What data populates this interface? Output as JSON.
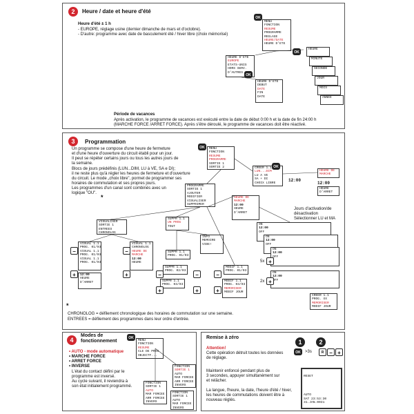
{
  "section2": {
    "number": "2",
    "title": "Heure / date et heure d'été",
    "subtitle": "Heure d'été ± 1 h",
    "lines": [
      "- EUROPE,  réglage usine (dernier dimanche de mars et d'octobre).",
      "- D'autre: programme avec date de basculement  été / hiver libre (choix mémorisé)"
    ],
    "vac_title": "Période de vacances",
    "vac_lines": [
      "Après activation, le programme de vacances est exécuté entre la date de début 0:00 h et la date de fin 24:00 h",
      "(MARCHE FORCE /ARRET FORCE). Après s'être déroulé, le programme de vacances doit être réactivé."
    ],
    "menu": [
      "MENU",
      "FONCTION",
      "RESUME",
      "PROGRAMME",
      "",
      "REGLAGE",
      "HEURE/DATE",
      "HEURE D'ETE"
    ],
    "ete": [
      "HEURE D'ETE",
      "EUROPE",
      "ETATS-UNIS",
      "HORS SERV.",
      "D'AUTRES"
    ],
    "ete_date": [
      "HEURE D'ETE",
      "DEBUT",
      "DATE",
      "",
      "FIN",
      "DATE"
    ],
    "time_list": [
      "HEURE",
      "MINUTE",
      "SECONDE",
      "JOUR",
      "MOIS",
      "ANNEE"
    ]
  },
  "section3": {
    "number": "3",
    "title": "Programmation",
    "lines": [
      "Un programme se compose d'une heure de fermeture",
      "et d'une heure d'ouverture du circuit établi pour un jour.",
      "Il peut se répéter certains jours ou tous les autres jours de",
      "la semaine.",
      "Blocs de jours prédéfinis (LUN...DIM, LU à VE, SA e DI);",
      "il ne reste plus qu'à régler les heures de fermeture et d'ouverture",
      "du circuit. Le mode „choix libre\", pormet de programmer ses",
      "horaires de commutation et ses propres jours.",
      "Les programmes d'un canal sont combinés avec un",
      "logique \"OU\"."
    ],
    "menu": [
      "MENU",
      "FONCTION",
      "RESUME",
      "PROGRAMME",
      "SORTIE 1",
      "SORTIE 2"
    ],
    "prog_menu": [
      "PROGRAMME",
      "SORTIE 1",
      "AJOUTER",
      "MODIFIER",
      "VISUALISER",
      "SUPPRIMER"
    ],
    "days": [
      "CREER 1.1",
      "LUN...DIM",
      "LU A VE",
      "SA + DI",
      "CHOIX LIBRE"
    ],
    "heure_marche": [
      "HEURE DE",
      "MARCHE"
    ],
    "heure_arret": [
      "HEURE",
      "D'ARRET"
    ],
    "clock": "12:00",
    "jours_note": [
      "Jours d'activation/de",
      "désactivation",
      "Sélectionner LU et MA"
    ],
    "on": "ON",
    "off": "OFF",
    "times_5": "5x",
    "times_2": "2x",
    "creer_final": [
      "CREER 1.1",
      "PROG. XX",
      "MEMORISER",
      "MODIF JOUR"
    ],
    "visual_menu": [
      "VISUALISER",
      "SORTIE 1",
      "ENTREES",
      "CHRONOLOG"
    ],
    "visual_1": [
      "VISUAL 1.1",
      "PROG. 01/03"
    ],
    "visual_2": [
      "VISUAL 1.1",
      "CHRONOLOG",
      "HEURE DE",
      "MARCHE"
    ],
    "suppr": [
      "SUPPR 1.1",
      "UN PROG",
      "TOUT"
    ],
    "info": [
      "INFO",
      "",
      "MEMOIRE",
      "VIDE!"
    ],
    "suppr_list": [
      "SUPPR 1.1",
      "PROG. 01/03",
      "SUPPR 1.1",
      "PROG. 02/03",
      "SUPPR 1.1",
      "PROG. 03/03"
    ],
    "modif": [
      "MODIF 1.1",
      "PROG. 01/03",
      "MODIF 1.1",
      "PROG. 03/03",
      "MEMORISER",
      "MODIF JOUR"
    ],
    "footnote_star": "*",
    "footnotes": [
      "CHRONOLOG = défilement chronologique des horaires de commutation sur une semaine.",
      "ENTREES = défilement des programmes dans leur ordre d'entrée."
    ]
  },
  "section4": {
    "number": "4",
    "title": "Modes de fonctionnement",
    "items": [
      "• AUTO - mode automatique",
      "• MARCHE FORCE",
      "• ARRET FORCE",
      "• INVERSE"
    ],
    "lines": [
      "L'état du contact défini par le",
      "programme est inversé.",
      "Au cycle suivant, il reviendra à",
      "son état initialement programmé."
    ],
    "menu": [
      "MENU",
      "FONCTION",
      "RESUME",
      "CLE DE PROG",
      "OBJECTF..."
    ],
    "fonction1": [
      "FONCTION",
      "SORTIE 1",
      "AUTO",
      "MAR FORCEE",
      "ARR FORCEE",
      "INVERS"
    ],
    "fonction2": [
      "FONCTION",
      "SORTIE 1",
      "AUTO",
      "MAR FORCEE",
      "ARR FORCEE",
      "INVERS"
    ]
  },
  "section5": {
    "title": "Remise à zéro",
    "warn": "Attention!",
    "lines": [
      "Cette opération détruit  toutes les données",
      "de réglage."
    ],
    "lines2": [
      "Maintenir      enfoncé pendant plus de",
      "3 secondes, appuyer simultanément sur",
      "         et relâcher."
    ],
    "lines3": [
      "La langue, l'heure, la date, l'heure d'été / hiver,",
      "les heures de commutations doivent être à",
      "nouveau réglés."
    ],
    "step1": "1",
    "step2": "2",
    "hold": ">3s",
    "reset_screen": [
      "RESET"
    ],
    "reset_bottom": [
      "AUTO",
      "SAT 23:53:30",
      "31.JAN.0031"
    ],
    "ok": "OK"
  }
}
